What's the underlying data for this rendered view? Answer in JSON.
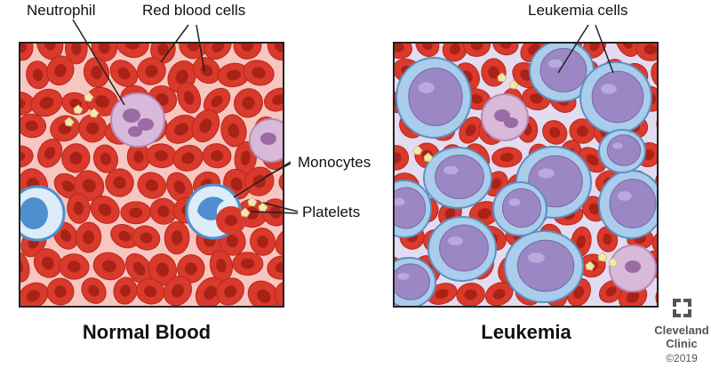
{
  "labels": {
    "neutrophil": "Neutrophil",
    "red_blood_cells": "Red blood cells",
    "monocytes": "Monocytes",
    "platelets": "Platelets",
    "leukemia_cells": "Leukemia cells"
  },
  "panels": {
    "normal": "Normal Blood",
    "leukemia": "Leukemia"
  },
  "logo": {
    "line1": "Cleveland",
    "line2": "Clinic",
    "copyright": "©2019"
  },
  "colors": {
    "red_cell": "#d93a2b",
    "red_cell_center": "#a82218",
    "normal_bg": "#f7c6c0",
    "leukemia_bg": "#e3dcf0",
    "leukemia_cell_outer": "#a9cdea",
    "leukemia_cell_nucleus": "#9b87c4",
    "monocyte_body": "#dcecf8",
    "monocyte_nucleus": "#4f8fd0",
    "neutrophil": "#c9a6cc",
    "platelet": "#f3e6b0"
  }
}
